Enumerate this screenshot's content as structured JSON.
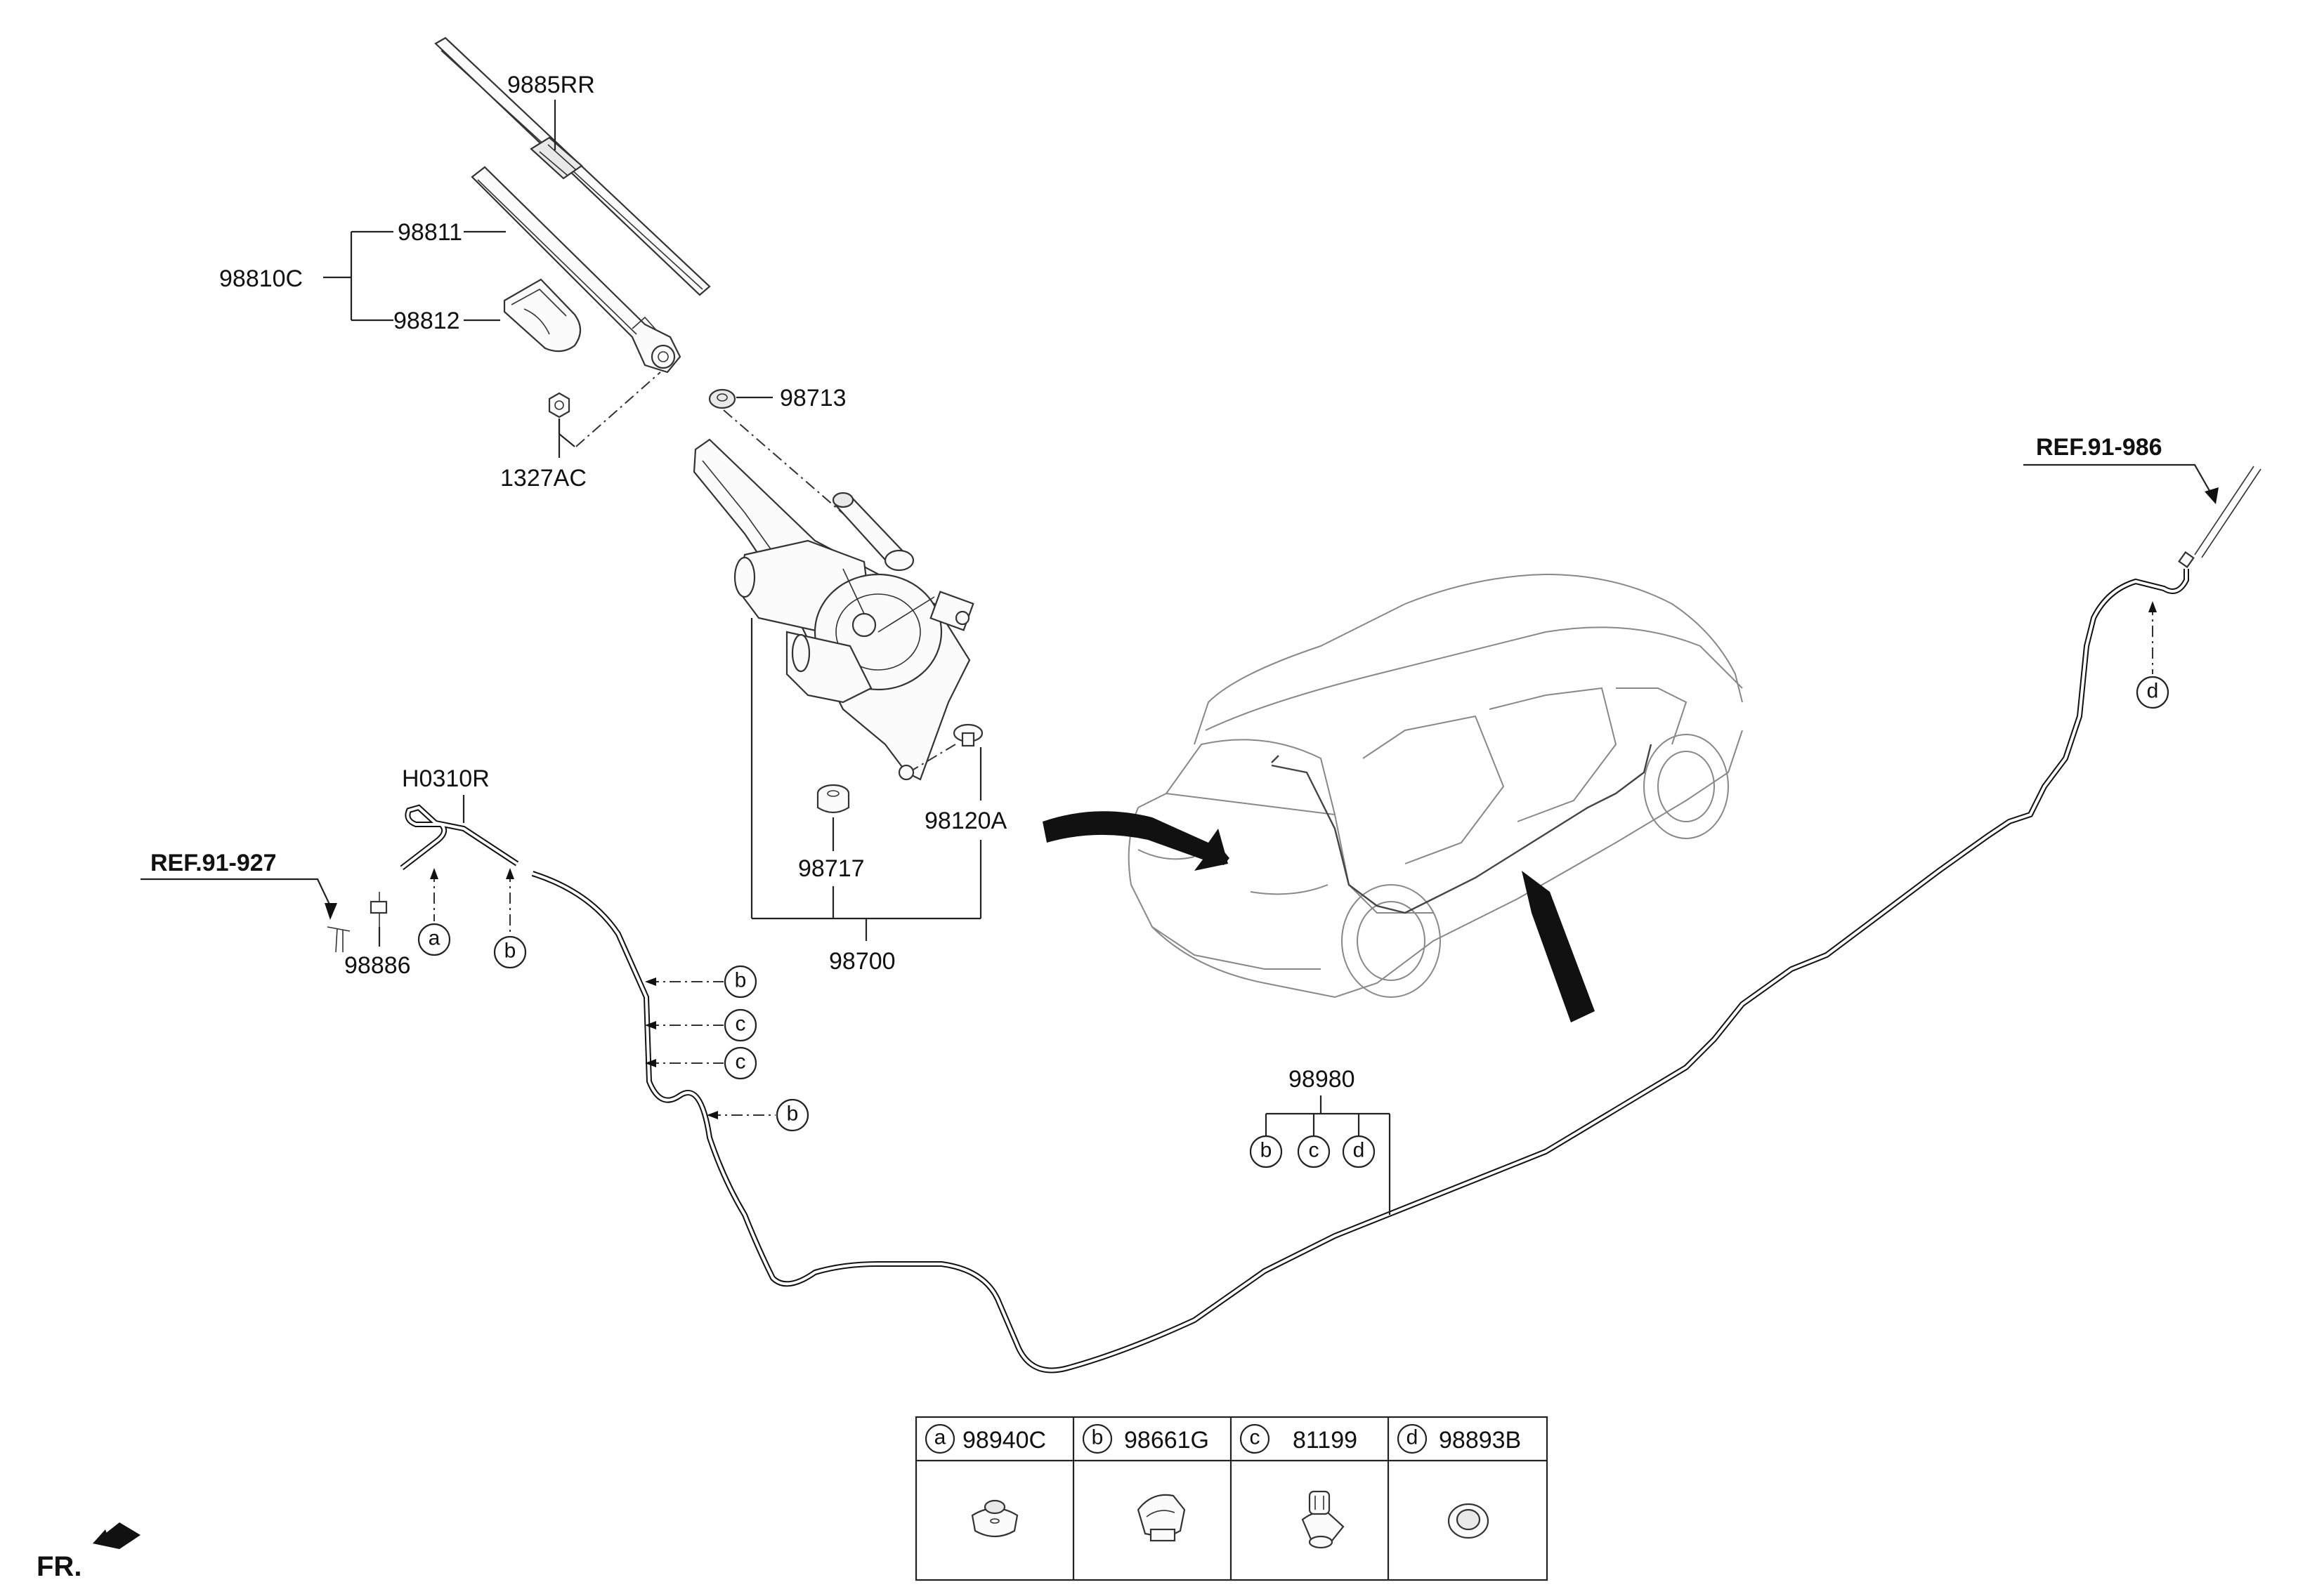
{
  "labels": {
    "blade": "9885RR",
    "arm": "98811",
    "arm_assy": "98810C",
    "cap": "98812",
    "nut": "1327AC",
    "seal": "98713",
    "motor_assy": "98700",
    "bolt": "98120A",
    "grommet": "98717",
    "hose_rr": "H0310R",
    "ref_left": "REF.91-927",
    "connector": "98886",
    "hose_assy": "98980",
    "ref_right": "REF.91-986",
    "front": "FR."
  },
  "callouts": {
    "a": "a",
    "b": "b",
    "c": "c",
    "d": "d"
  },
  "legend": [
    {
      "letter": "a",
      "part": "98940C"
    },
    {
      "letter": "b",
      "part": "98661G"
    },
    {
      "letter": "c",
      "part": "81199"
    },
    {
      "letter": "d",
      "part": "98893B"
    }
  ]
}
